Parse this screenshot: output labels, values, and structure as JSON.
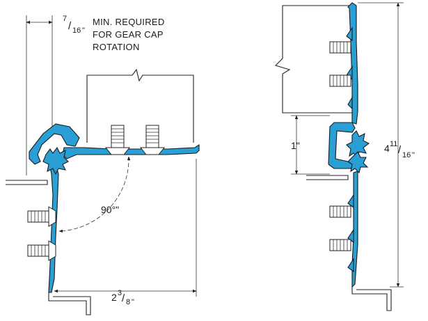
{
  "left_detail": {
    "gap_dim": {
      "numerator": "7",
      "denominator": "16",
      "unit": "\""
    },
    "note_lines": [
      "MIN. REQUIRED",
      "FOR GEAR CAP",
      "ROTATION"
    ],
    "angle_label": "90°\"",
    "width_dim": {
      "whole": "2",
      "numerator": "3",
      "denominator": "8",
      "unit": "\""
    }
  },
  "right_detail": {
    "small_dim": "1\"",
    "height_dim": {
      "whole": "4",
      "numerator": "11",
      "denominator": "16",
      "unit": "\""
    }
  },
  "colors": {
    "hinge_fill": "#2a9fd6",
    "outline": "#1a1a1a"
  }
}
